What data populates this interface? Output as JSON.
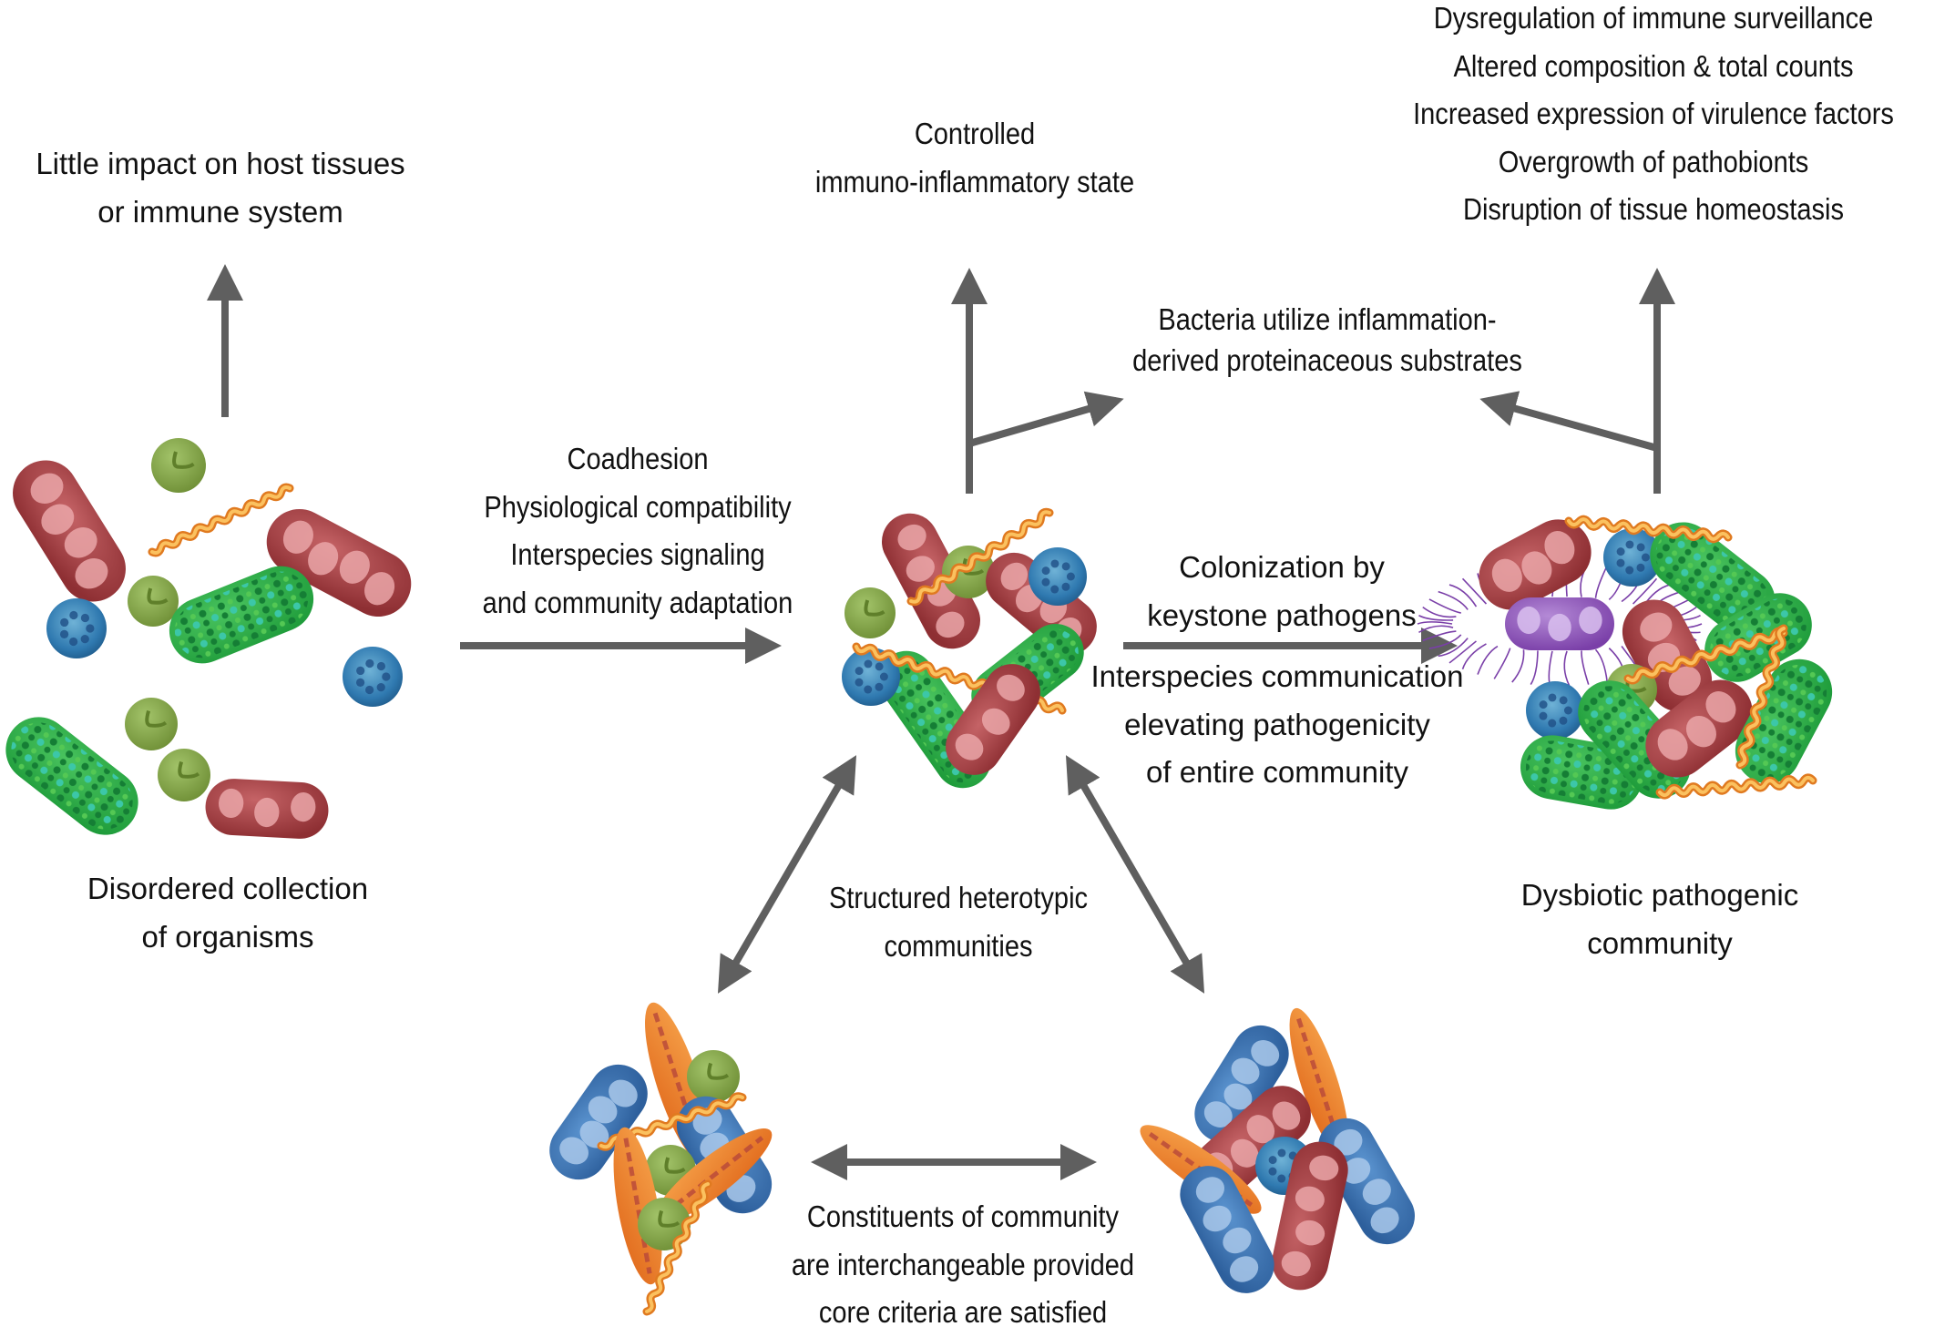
{
  "colors": {
    "arrow": "#5f5f5f",
    "red_rod": "#9c3a3c",
    "red_rod_light": "#e8a2a4",
    "green_rod": "#2fb24a",
    "green_rod_dots": "#147a34",
    "green_rod_spots": "#39c3a6",
    "green_coccus": "#86a54a",
    "blue_coccus": "#2f79b0",
    "blue_rod": "#3a72b4",
    "spirochete": "#f19a3a",
    "orange_fusiform": "#ef7f25",
    "purple_pathogen": "#8a4fb6"
  },
  "labels": {
    "little_impact": [
      "Little impact on host tissues",
      "or immune system"
    ],
    "disordered": [
      "Disordered collection",
      "of organisms"
    ],
    "coadhesion": [
      "Coadhesion",
      "Physiological compatibility",
      "Interspecies signaling",
      "and community adaptation"
    ],
    "controlled": [
      "Controlled",
      "immuno-inflammatory state"
    ],
    "bacteria_utilize": [
      "Bacteria utilize inflammation-",
      "derived proteinaceous substrates"
    ],
    "dysregulation": [
      "Dysregulation of immune surveillance",
      "Altered composition & total counts",
      "Increased expression of virulence factors",
      "Overgrowth of pathobionts",
      "Disruption of tissue homeostasis"
    ],
    "colonization": [
      "Colonization by",
      "keystone pathogens"
    ],
    "interspecies": [
      "Interspecies communication",
      "elevating pathogenicity",
      "of entire community"
    ],
    "dysbiotic": [
      "Dysbiotic pathogenic",
      "community"
    ],
    "structured": [
      "Structured heterotypic",
      "communities"
    ],
    "constituents": [
      "Constituents of community",
      "are interchangeable provided",
      "core criteria are satisfied"
    ]
  },
  "organisms": {
    "disordered": "Scattered red rods, green rods, green cocci, blue cocci and one spirochete",
    "structured": "Compact cluster of red rods, green rods, green/blue cocci and spirochetes",
    "dysbiotic": "Dense cluster including a purple flagellated keystone pathogen",
    "alt_community_1": "Blue rods, orange fusiforms, green cocci and spirochetes",
    "alt_community_2": "Blue rods, red rods, orange fusiforms and a blue coccus"
  }
}
